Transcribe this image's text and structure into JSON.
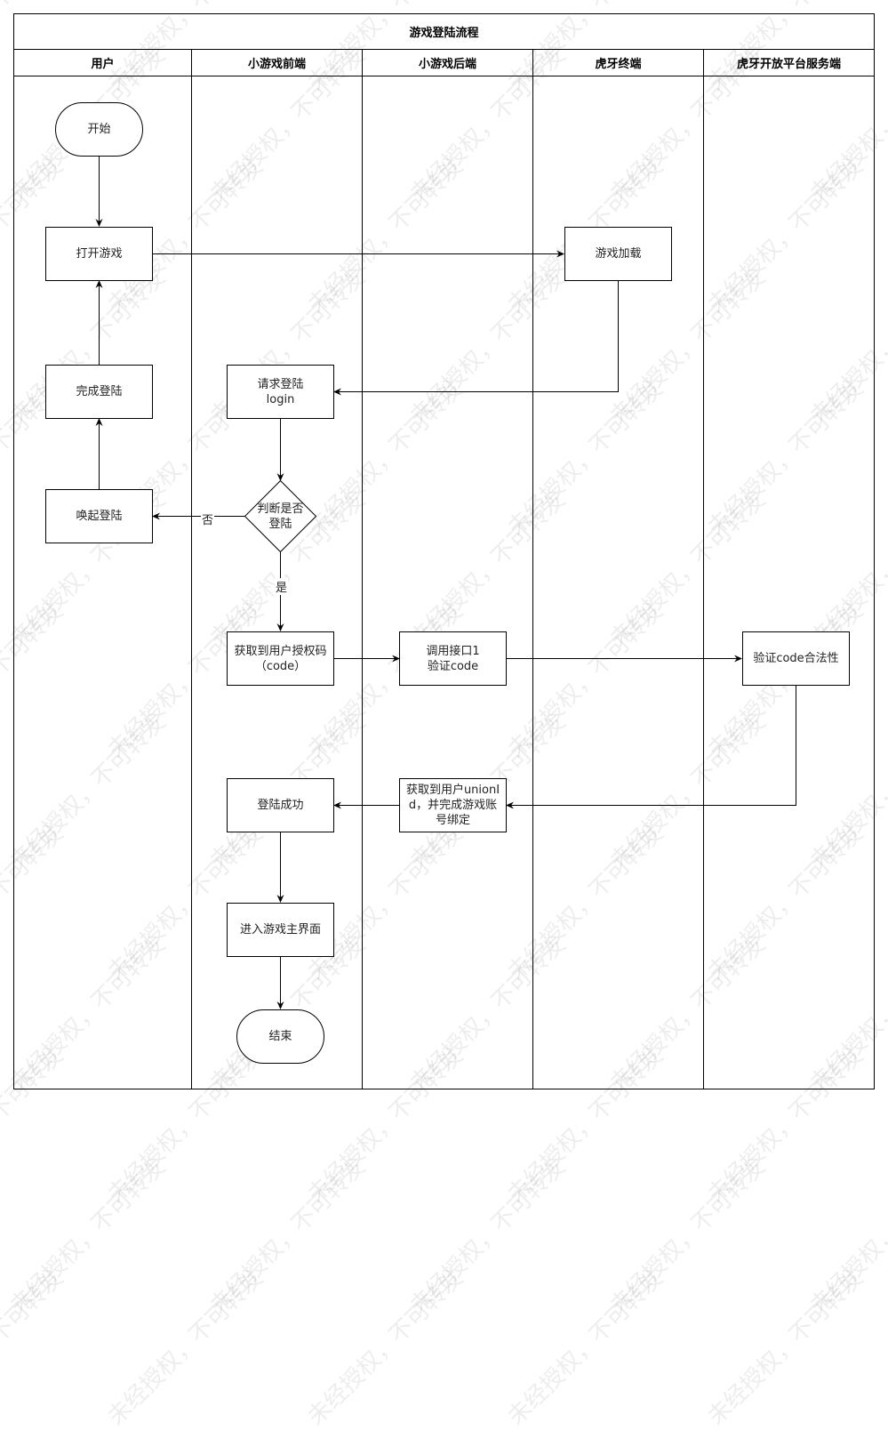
{
  "title": "游戏登陆流程",
  "lanes": [
    {
      "label": "用户"
    },
    {
      "label": "小游戏前端"
    },
    {
      "label": "小游戏后端"
    },
    {
      "label": "虎牙终端"
    },
    {
      "label": "虎牙开放平台服务端"
    }
  ],
  "nodes": {
    "start": {
      "label": "开始",
      "shape": "terminator"
    },
    "open_game": {
      "label": "打开游戏",
      "shape": "process"
    },
    "game_loading": {
      "label": "游戏加载",
      "shape": "process"
    },
    "request_login": {
      "label": "请求登陆\nlogin",
      "line1": "请求登陆",
      "line2": "login",
      "shape": "process"
    },
    "login_done": {
      "label": "完成登陆",
      "shape": "process"
    },
    "check_login": {
      "label": "判断是否登陆",
      "line1": "判断是否",
      "line2": "登陆",
      "shape": "decision"
    },
    "invoke_login": {
      "label": "唤起登陆",
      "shape": "process"
    },
    "get_code": {
      "label": "获取到用户授权码（code）",
      "line1": "获取到用户授权码",
      "line2": "（code）",
      "shape": "process"
    },
    "call_api": {
      "label": "调用接口1 验证code",
      "line1": "调用接口1",
      "line2": "验证code",
      "shape": "process"
    },
    "verify_code": {
      "label": "验证code合法性",
      "shape": "process"
    },
    "get_unionid": {
      "label": "获取到用户unionId，并完成游戏账号绑定",
      "line1": "获取到用户unionI",
      "line2": "d，并完成游戏账",
      "line3": "号绑定",
      "shape": "process"
    },
    "login_success": {
      "label": "登陆成功",
      "shape": "process"
    },
    "enter_main": {
      "label": "进入游戏主界面",
      "shape": "process"
    },
    "end": {
      "label": "结束",
      "shape": "terminator"
    }
  },
  "edges": [
    {
      "from": "start",
      "to": "open_game"
    },
    {
      "from": "open_game",
      "to": "game_loading"
    },
    {
      "from": "game_loading",
      "to": "request_login"
    },
    {
      "from": "request_login",
      "to": "check_login"
    },
    {
      "from": "check_login",
      "to": "invoke_login",
      "label": "否"
    },
    {
      "from": "invoke_login",
      "to": "login_done"
    },
    {
      "from": "login_done",
      "to": "open_game"
    },
    {
      "from": "check_login",
      "to": "get_code",
      "label": "是"
    },
    {
      "from": "get_code",
      "to": "call_api"
    },
    {
      "from": "call_api",
      "to": "verify_code"
    },
    {
      "from": "verify_code",
      "to": "get_unionid"
    },
    {
      "from": "get_unionid",
      "to": "login_success"
    },
    {
      "from": "login_success",
      "to": "enter_main"
    },
    {
      "from": "enter_main",
      "to": "end"
    }
  ],
  "edge_labels": {
    "no": "否",
    "yes": "是"
  },
  "watermark": {
    "line_a": "未经授权，",
    "line_b": "不可转发"
  }
}
